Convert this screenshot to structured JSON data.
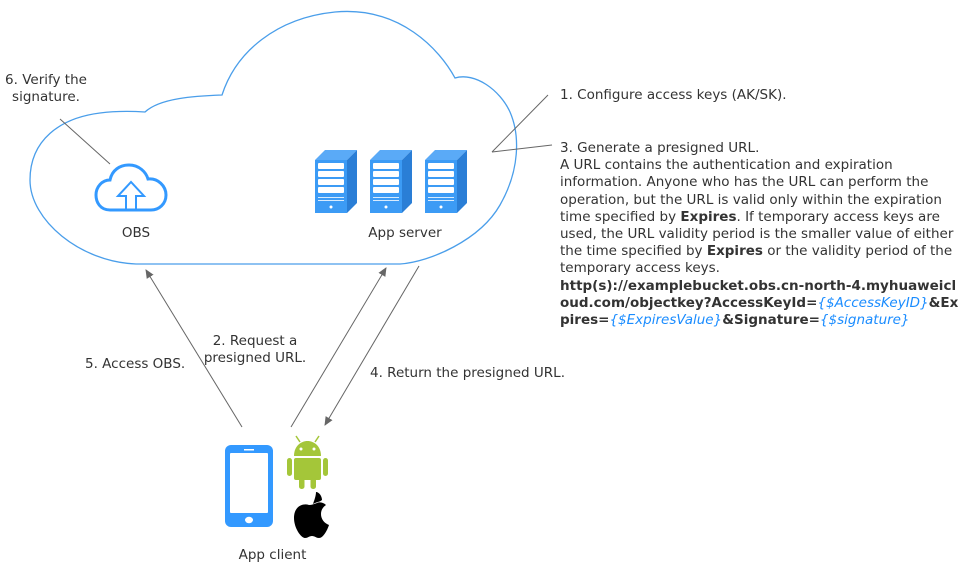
{
  "diagram": {
    "colors": {
      "cloud_outline": "#4a9eea",
      "icon_blue": "#3399ff",
      "server_front": "#3c9bf5",
      "server_side": "#2a7ed6",
      "server_top": "#5aaaf7",
      "android_green": "#a4c639",
      "apple_black": "#000000",
      "arrow_gray": "#666666",
      "variable_blue": "#1a8cff"
    },
    "nodes": {
      "obs": {
        "label": "OBS",
        "icon": "cloud-upload-icon"
      },
      "app_server": {
        "label": "App server",
        "icon": "server-rack-icon"
      },
      "app_client": {
        "label": "App client",
        "icons": [
          "smartphone-icon",
          "android-icon",
          "apple-icon"
        ]
      }
    },
    "steps": {
      "step1": "1. Configure access keys (AK/SK).",
      "step2_line1": "2. Request a",
      "step2_line2": "presigned URL.",
      "step3_title": "3. Generate a presigned URL.",
      "step3_desc_a": "A URL contains the authentication and expiration information. Anyone who has the URL can perform the operation, but the URL is valid only within the expiration time specified by ",
      "step3_bold1": "Expires",
      "step3_desc_b": ". If temporary access keys are used, the URL validity period is the smaller value of either the time specified by ",
      "step3_bold2": "Expires",
      "step3_desc_c": " or the validity period of the temporary access keys.",
      "url_part1": "http(s)://examplebucket.obs.cn-north-4.myhuaweicloud.com/objectkey?AccessKeyId=",
      "url_var1": "{$AccessKeyID}",
      "url_part2": "&Expires=",
      "url_var2": "{$ExpiresValue}",
      "url_part3": "&Signature=",
      "url_var3": "{$signature}",
      "step4": "4. Return the presigned URL.",
      "step5": "5. Access OBS.",
      "step6_line1": "6. Verify the",
      "step6_line2": "signature."
    }
  }
}
